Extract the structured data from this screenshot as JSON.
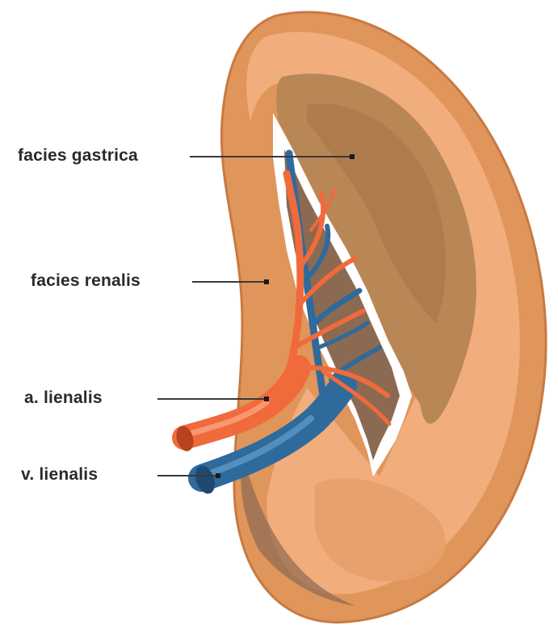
{
  "labels": {
    "facies_gastrica": "facies gastrica",
    "facies_renalis": "facies renalis",
    "a_lienalis": "a. lienalis",
    "v_lienalis": "v. lienalis"
  },
  "colors": {
    "outer_surface": "#e0955a",
    "highlight": "#f4b183",
    "gastric_surface": "#b98656",
    "renal_surface": "#8c6a52",
    "artery": "#f06a3c",
    "vein": "#2f6a9c",
    "leader_line": "#3a3a3a"
  },
  "icons": {
    "organ": "spleen-illustration"
  }
}
